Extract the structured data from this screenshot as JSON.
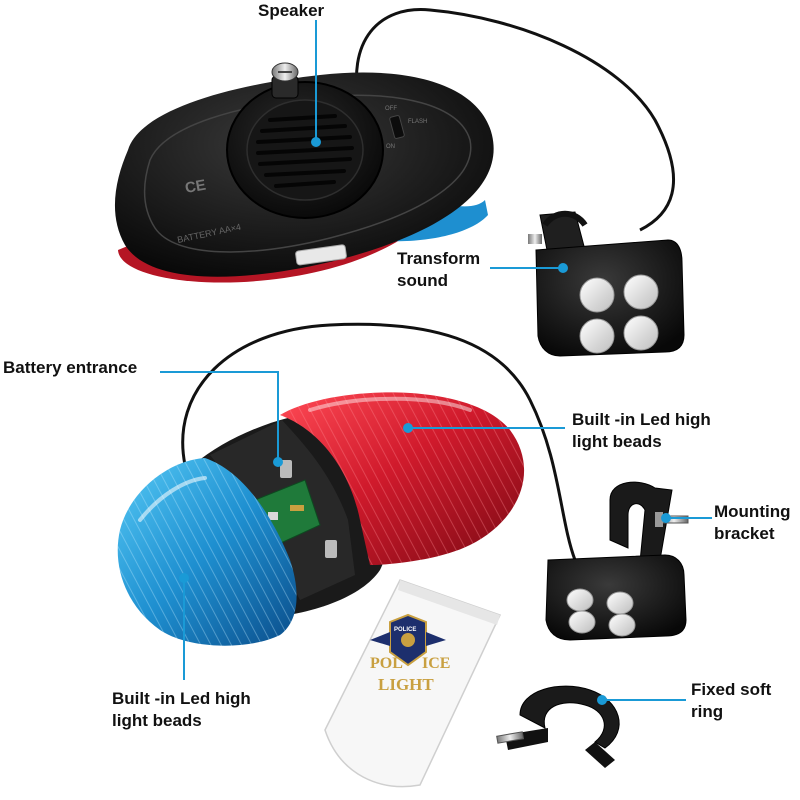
{
  "labels": {
    "speaker": "Speaker",
    "transform_sound_line1": "Transform",
    "transform_sound_line2": "sound",
    "battery_entrance": "Battery entrance",
    "led_red_line1": "Built -in Led high",
    "led_red_line2": "light beads",
    "mounting_line1": "Mounting",
    "mounting_line2": "bracket",
    "led_blue_line1": "Built -in Led high",
    "led_blue_line2": "light beads",
    "fixed_ring_line1": "Fixed soft",
    "fixed_ring_line2": "ring"
  },
  "decal": {
    "top_text": "POLICE",
    "side_left": "POL",
    "side_right": "ICE",
    "bottom_text": "LIGHT"
  },
  "housing_marks": {
    "ce_mark": "CE",
    "battery_mark": "BATTERY AA×4",
    "switch_top": "OFF",
    "switch_flash": "FLASH",
    "switch_on": "ON"
  },
  "colors": {
    "callout_line": "#1a9ad6",
    "housing_black": "#1b1b1b",
    "lens_red": "#c41a2a",
    "lens_blue": "#1e8fd0",
    "button_grey": "#e3e3e3"
  }
}
